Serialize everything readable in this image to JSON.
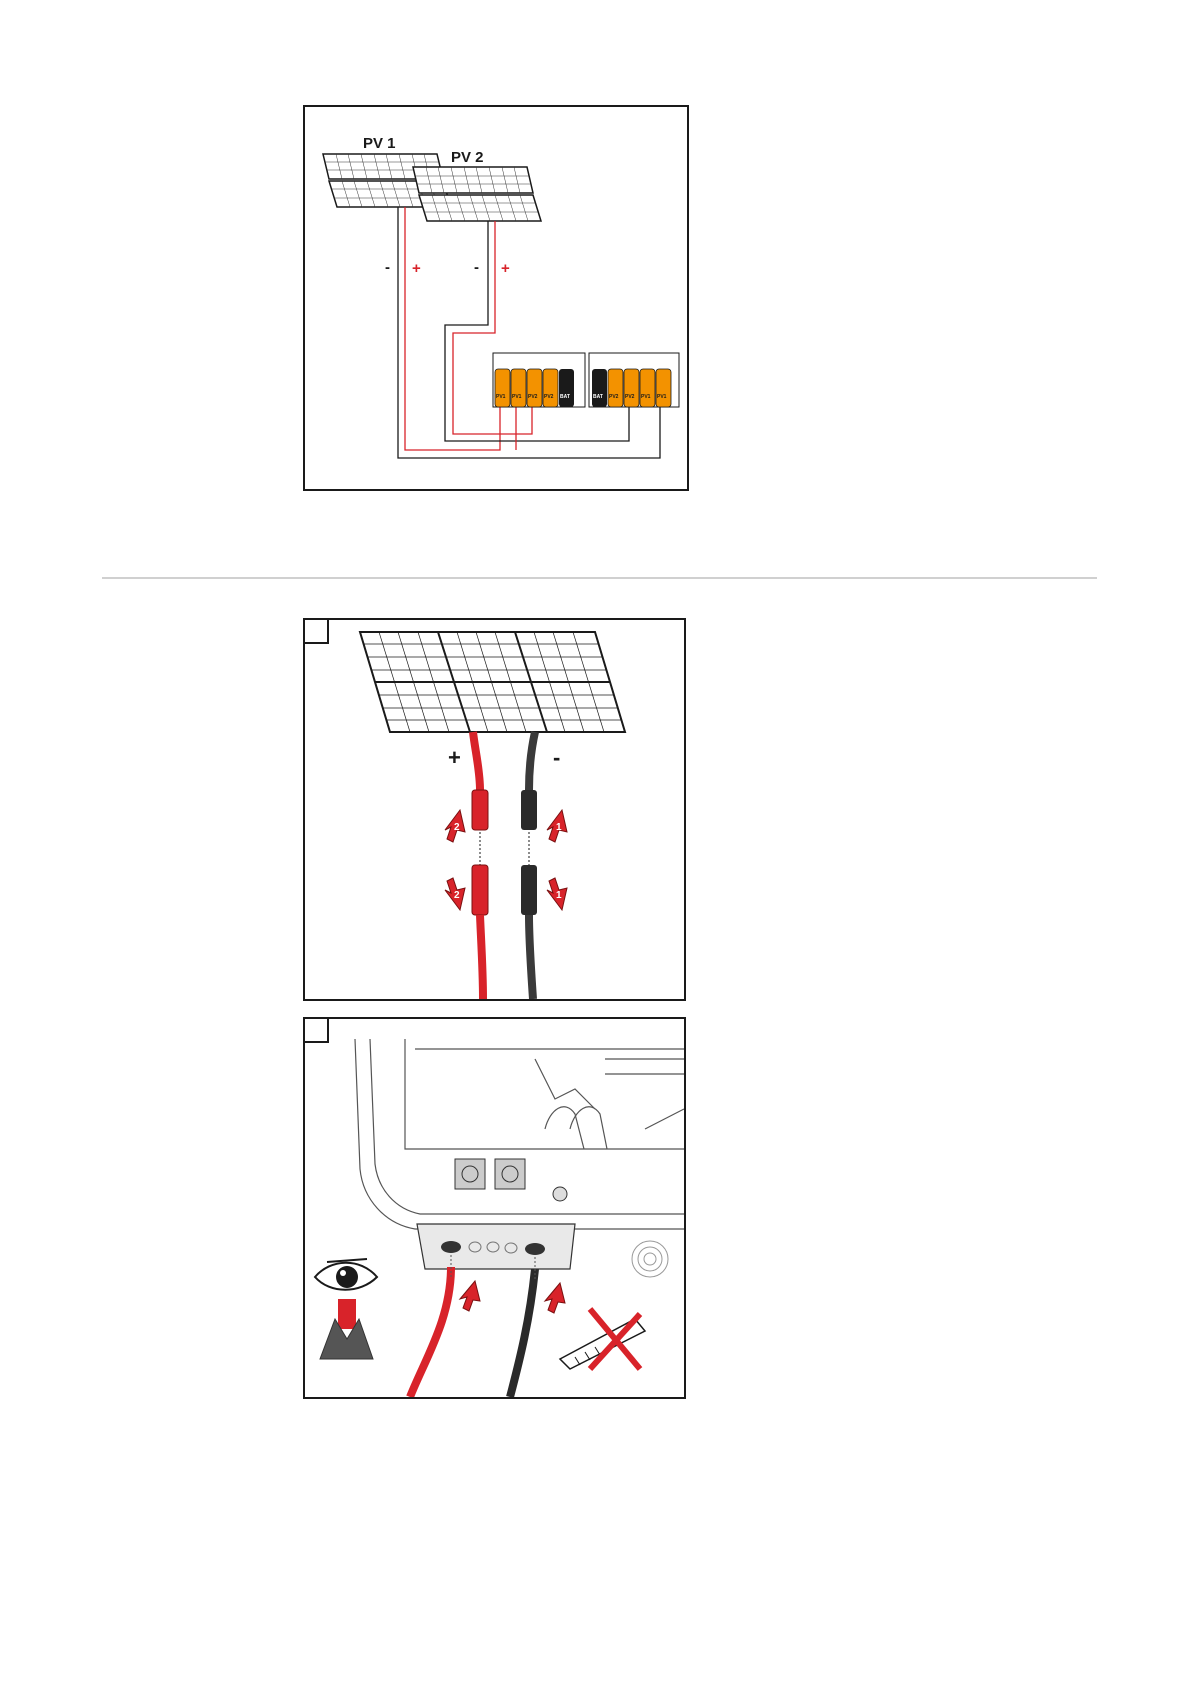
{
  "wiring_diagram": {
    "pv1_label": "PV 1",
    "pv2_label": "PV 2",
    "pv1_minus": "-",
    "pv1_plus": "+",
    "pv2_minus": "-",
    "pv2_plus": "+",
    "terminal_left": [
      "PV1",
      "PV1",
      "PV2",
      "PV2",
      "BAT"
    ],
    "terminal_right": [
      "BAT",
      "PV2",
      "PV2",
      "PV1",
      "PV1"
    ]
  },
  "connector_step": {
    "plus_label": "+",
    "minus_label": "-",
    "arrow_numbers": [
      "2",
      "1",
      "2",
      "1"
    ]
  },
  "colors": {
    "positive": "#d8232a",
    "negative": "#2a2a2a",
    "terminal": "#f39200",
    "divider": "#d0d0d0"
  }
}
